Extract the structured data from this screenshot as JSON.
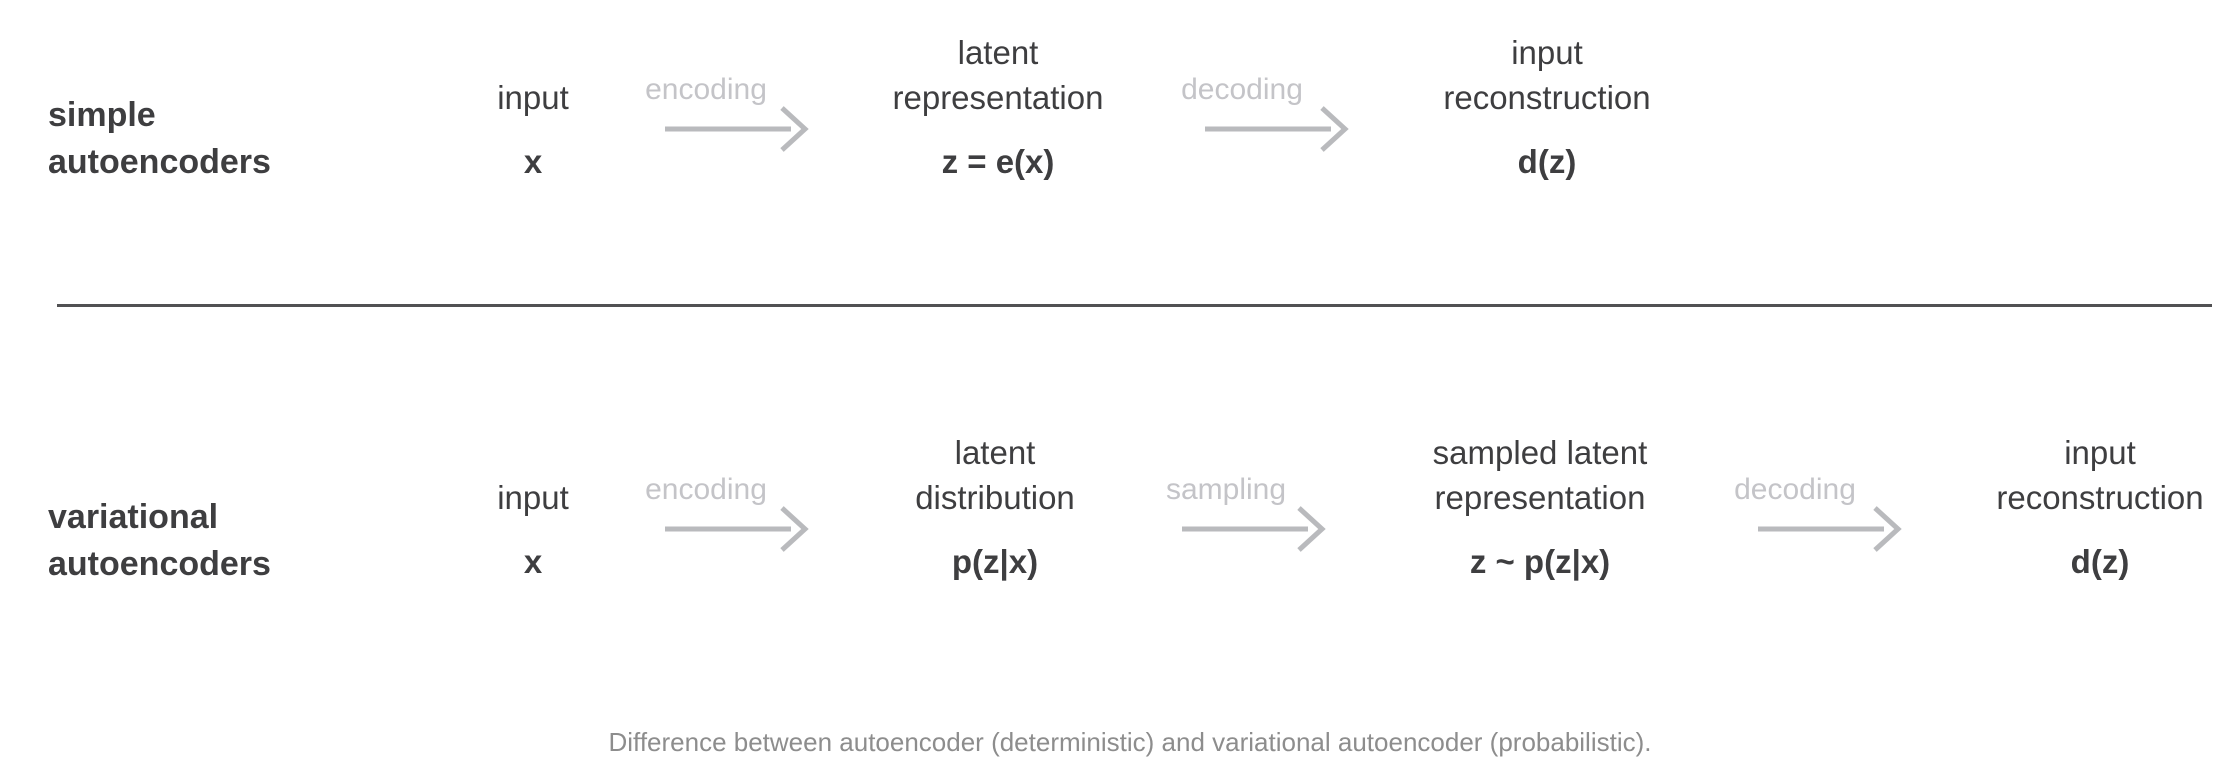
{
  "colors": {
    "text_dark": "#3e3e40",
    "arrow_gray": "#b9babd",
    "arrow_label_gray": "#c4c4c8",
    "divider_gray": "#515153",
    "caption_gray": "#8d8d8d",
    "background": "#ffffff"
  },
  "rows": [
    {
      "label_lines": [
        "simple",
        "autoencoders"
      ],
      "steps": [
        {
          "name_lines": [
            "input"
          ],
          "formula": "x"
        },
        {
          "name_lines": [
            "latent",
            "representation"
          ],
          "formula": "z = e(x)"
        },
        {
          "name_lines": [
            "input",
            "reconstruction"
          ],
          "formula": "d(z)"
        }
      ],
      "arrows": [
        {
          "label": "encoding"
        },
        {
          "label": "decoding"
        }
      ]
    },
    {
      "label_lines": [
        "variational",
        "autoencoders"
      ],
      "steps": [
        {
          "name_lines": [
            "input"
          ],
          "formula": "x"
        },
        {
          "name_lines": [
            "latent",
            "distribution"
          ],
          "formula": "p(z|x)"
        },
        {
          "name_lines": [
            "sampled latent",
            "representation"
          ],
          "formula": "z ~ p(z|x)"
        },
        {
          "name_lines": [
            "input",
            "reconstruction"
          ],
          "formula": "d(z)"
        }
      ],
      "arrows": [
        {
          "label": "encoding"
        },
        {
          "label": "sampling"
        },
        {
          "label": "decoding"
        }
      ]
    }
  ],
  "caption": "Difference between autoencoder (deterministic) and variational autoencoder (probabilistic)."
}
